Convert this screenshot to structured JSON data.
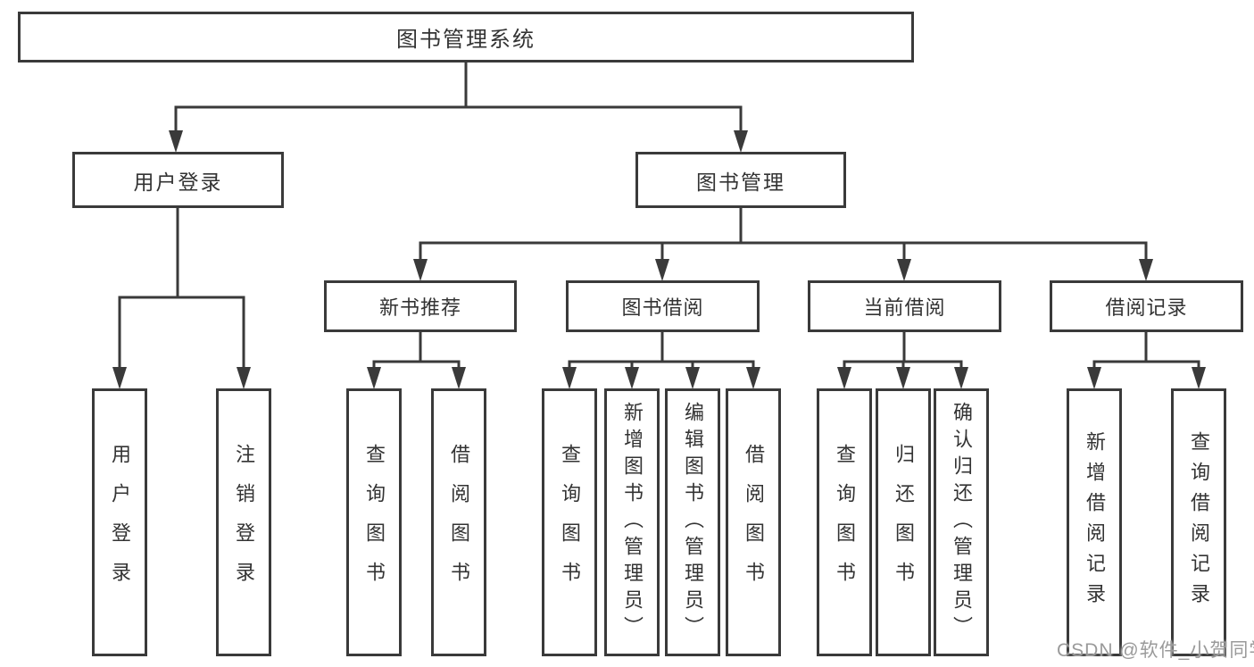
{
  "colors": {
    "line": "#3a3a3a",
    "text": "#333333",
    "watermark": "#9a9a9a",
    "bg": "#ffffff"
  },
  "watermark": "CSDN @软件_小贺同学",
  "tree": {
    "root": "图书管理系统",
    "branches": [
      {
        "label": "用户登录",
        "children": [
          "用户登录",
          "注销登录"
        ]
      },
      {
        "label": "图书管理",
        "groups": [
          {
            "label": "新书推荐",
            "children": [
              "查询图书",
              "借阅图书"
            ]
          },
          {
            "label": "图书借阅",
            "children": [
              "查询图书",
              "新增图书（管理员）",
              "编辑图书（管理员）",
              "借阅图书"
            ]
          },
          {
            "label": "当前借阅",
            "children": [
              "查询图书",
              "归还图书",
              "确认归还（管理员）"
            ]
          },
          {
            "label": "借阅记录",
            "children": [
              "新增借阅记录",
              "查询借阅记录"
            ]
          }
        ]
      }
    ]
  }
}
